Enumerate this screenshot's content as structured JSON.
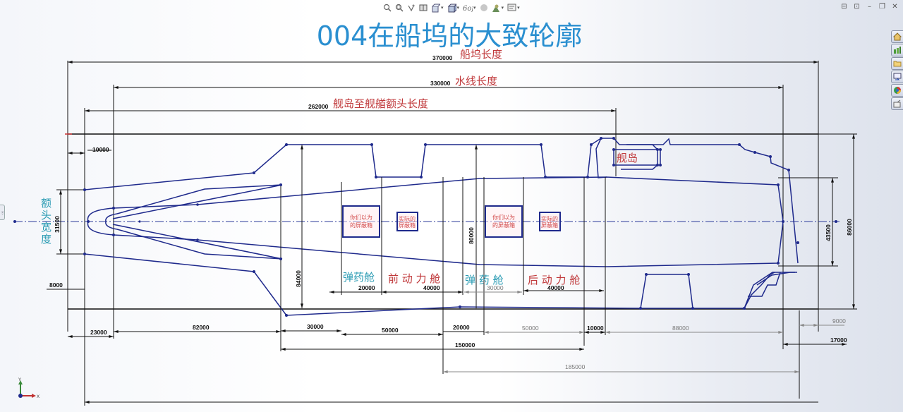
{
  "window": {
    "toolbar": [
      {
        "name": "zoom-to-fit",
        "has_dropdown": false
      },
      {
        "name": "zoom-to-area",
        "has_dropdown": false
      },
      {
        "name": "previous-view",
        "has_dropdown": false
      },
      {
        "name": "section-view",
        "has_dropdown": false
      },
      {
        "name": "view-orientation",
        "has_dropdown": true
      },
      {
        "name": "display-style",
        "has_dropdown": true
      },
      {
        "name": "hide-show-items",
        "has_dropdown": true
      },
      {
        "name": "edit-appearance",
        "has_dropdown": false
      },
      {
        "name": "apply-scene",
        "has_dropdown": true
      },
      {
        "name": "view-settings",
        "has_dropdown": true
      }
    ],
    "controls": [
      "tile-1",
      "tile-2",
      "minimize",
      "restore",
      "close"
    ],
    "controls_glyphs": {
      "tile1": "⊟",
      "tile2": "⊡",
      "minimize": "–",
      "restore": "❐",
      "close": "✕"
    },
    "task_pane": [
      "resources",
      "design-library",
      "file-explorer",
      "view-palette",
      "appearances",
      "custom-properties"
    ]
  },
  "drawing": {
    "title": "004在船坞的大致轮廓",
    "colors": {
      "title": "#2a8fd0",
      "label_red": "#c0393b",
      "label_blue": "#2a9bb3",
      "outline": "#1f2a8c",
      "dimension": "#111111"
    },
    "top_dimensions": [
      {
        "value": "370000",
        "label": "船坞长度"
      },
      {
        "value": "330000",
        "label": "水线长度"
      },
      {
        "value": "262000",
        "label": "舰岛至舰艏额头长度"
      }
    ],
    "left_dimensions": {
      "offset_top": "10000",
      "bow_width": "31500",
      "bow_width_label": "额头宽度",
      "offset_bottom": "8000"
    },
    "right_dimensions": {
      "inner_width": "43500",
      "overall_width": "86000",
      "stern_gap_1": "9000",
      "stern_gap_2": "17000"
    },
    "center_dimensions": {
      "hull_height": "84000",
      "mid_height": "80000"
    },
    "compartments": [
      {
        "label": "弹药舱",
        "length": "20000",
        "color": "blue"
      },
      {
        "label": "前 动 力 舱",
        "length": "40000",
        "color": "red"
      },
      {
        "label": "弹 药 舱",
        "length": "30000",
        "color": "blue"
      },
      {
        "label": "后 动 力 舱",
        "length": "40000",
        "color": "red"
      }
    ],
    "boxes": [
      {
        "label_line1": "你们以为",
        "label_line2": "的屏蔽箱"
      },
      {
        "label_line1": "实际的",
        "label_line2": "屏蔽箱"
      },
      {
        "label_line1": "你们以为",
        "label_line2": "的屏蔽箱"
      },
      {
        "label_line1": "实际的",
        "label_line2": "屏蔽箱"
      }
    ],
    "island_label": "舰岛",
    "bottom_dimensions": {
      "row1": [
        "23000",
        "82000",
        "30000",
        "50000",
        "20000",
        "50000",
        "10000",
        "88000"
      ],
      "row2": [
        "150000"
      ],
      "row3": [
        "185000"
      ]
    },
    "axis_triad": {
      "x": "X",
      "y": "Y"
    }
  }
}
